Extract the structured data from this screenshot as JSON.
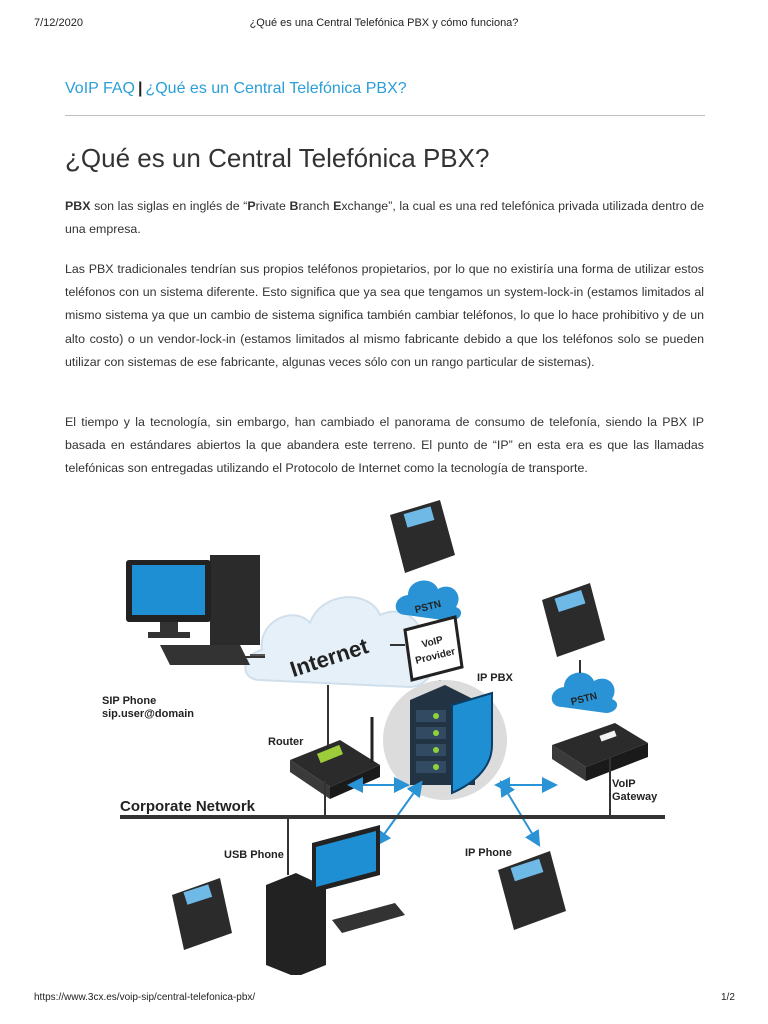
{
  "header": {
    "date": "7/12/2020",
    "title": "¿Qué es una Central Telefónica PBX y cómo funciona?"
  },
  "breadcrumb": {
    "link1": "VoIP FAQ",
    "separator": "|",
    "link2": "¿Qué es un Central Telefónica PBX?"
  },
  "article": {
    "title": "¿Qué es un Central Telefónica PBX?",
    "p1": {
      "pbx": "PBX",
      "t1": " son las siglas en inglés de “",
      "p": "P",
      "rivate": "rivate ",
      "b": "B",
      "ranch": "ranch ",
      "e": "E",
      "xchange": "xchange”, la cual es una red telefónica privada utilizada dentro de una empresa."
    },
    "p2": "Las PBX tradicionales tendrían sus propios teléfonos propietarios, por lo que no existiría una forma de utilizar estos teléfonos con un sistema diferente. Esto significa que ya sea que tengamos un system-lock-in (estamos limitados al mismo sistema ya que un cambio de sistema significa también cambiar teléfonos, lo que lo hace prohibitivo y de un alto costo) o un vendor-lock-in (estamos limitados al mismo fabricante debido a que los teléfonos solo se pueden utilizar con sistemas de ese fabricante, algunas veces sólo con un rango particular de sistemas).",
    "p3": "El tiempo y la tecnología, sin embargo, han cambiado el panorama de consumo de telefonía, siendo la PBX IP basada en estándares abiertos la que abandera este terreno. El punto de “IP” en esta era es que las llamadas telefónicas son entregadas utilizando el Protocolo de Internet como la tecnología de transporte."
  },
  "diagram": {
    "internet": "Internet",
    "pstn_top": "PSTN",
    "pstn_right": "PSTN",
    "voip_provider_1": "VoIP",
    "voip_provider_2": "Provider",
    "ip_pbx": "IP PBX",
    "sip_phone_1": "SIP Phone",
    "sip_phone_2": "sip.user@domain",
    "router": "Router",
    "voip_gateway_1": "VoIP",
    "voip_gateway_2": "Gateway",
    "corporate_network": "Corporate Network",
    "usb_phone": "USB Phone",
    "ip_phone": "IP Phone"
  },
  "footer": {
    "url": "https://www.3cx.es/voip-sip/central-telefonica-pbx/",
    "page": "1/2"
  }
}
